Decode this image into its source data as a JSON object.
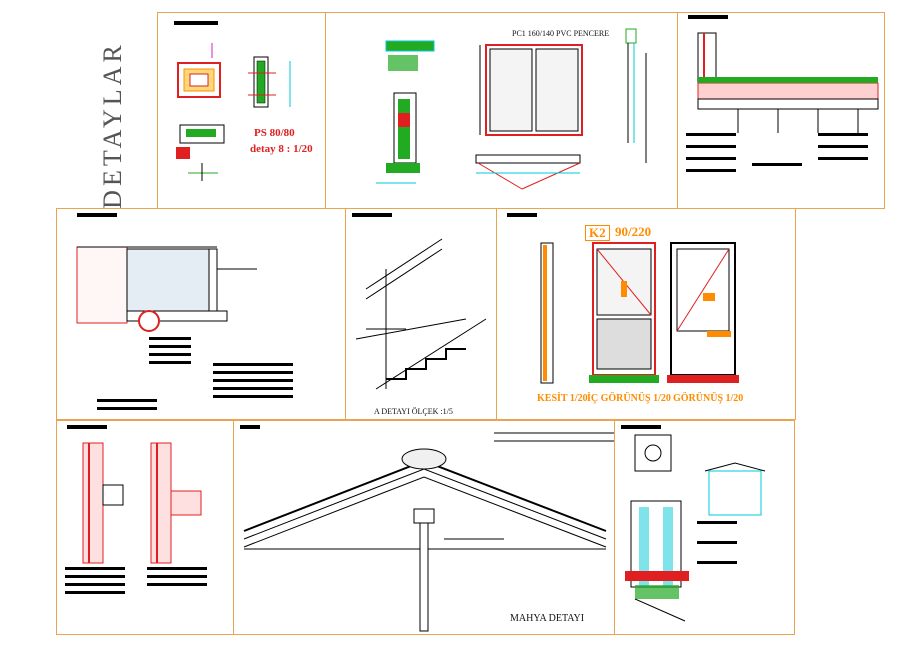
{
  "sheet_title": "DETAYLAR",
  "panel1": {
    "profile": "PS 80/80",
    "detail": "detay 8 : 1/20"
  },
  "panel2": {
    "window_label": "PC1 160/140   PVC PENCERE"
  },
  "door": {
    "code": "K2",
    "size": "90/220",
    "kesit": "KESİT 1/20",
    "ic": "İÇ GÖRÜNÜŞ 1/20",
    "dis": "GÖRÜNÜŞ 1/20"
  },
  "stair": {
    "caption": "A DETAYI ÖLÇEK :1/5"
  },
  "roof": {
    "caption": "MAHYA DETAYI"
  },
  "colors": {
    "frame": "#e8a451",
    "red": "#e02020",
    "orange": "#ff8c00",
    "green": "#22aa22",
    "cyan": "#00c8d8",
    "magenta": "#d020d0"
  }
}
